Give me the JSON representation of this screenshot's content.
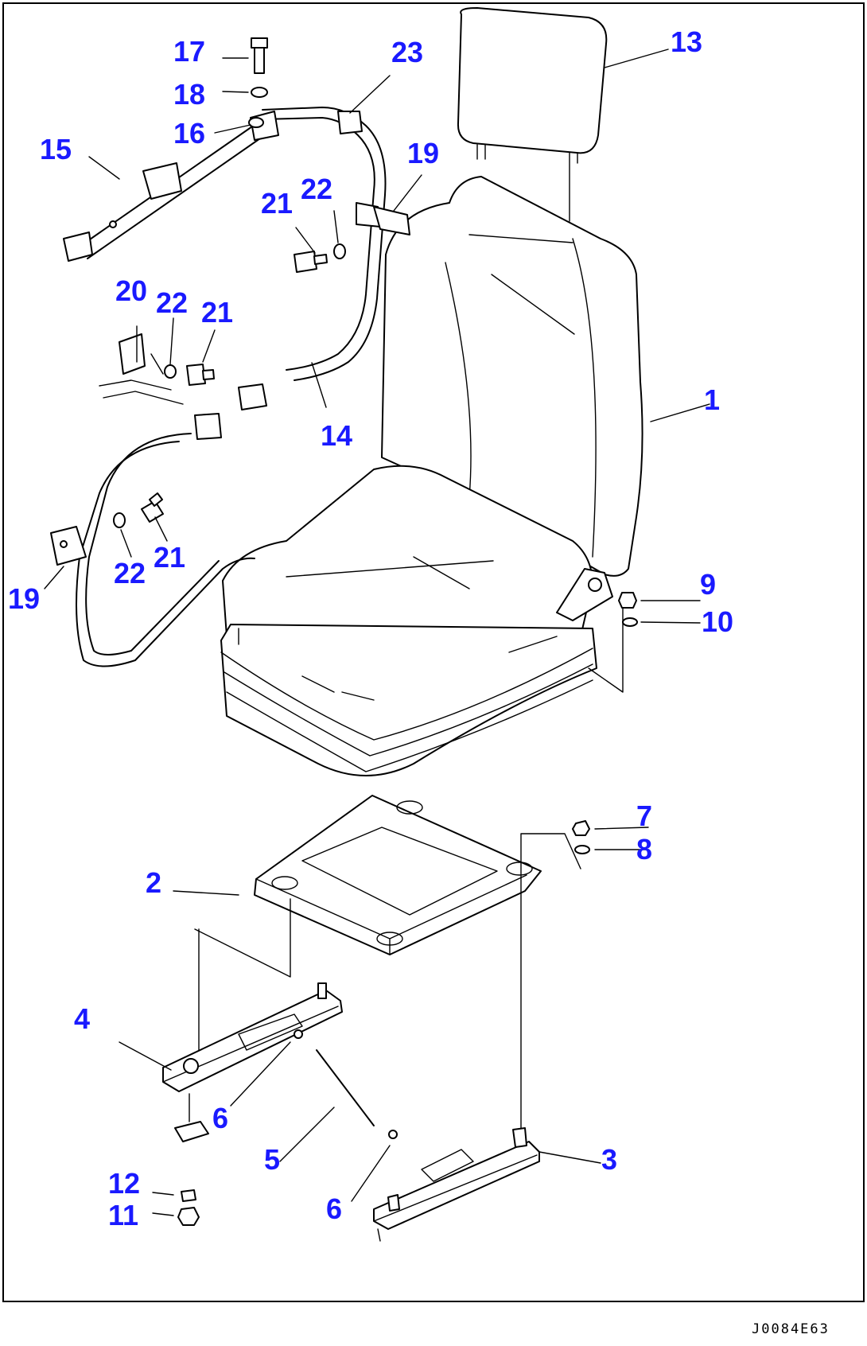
{
  "drawing_code": "J0084E63",
  "callouts": {
    "c1": "1",
    "c2": "2",
    "c3": "3",
    "c4": "4",
    "c5": "5",
    "c6a": "6",
    "c6b": "6",
    "c7": "7",
    "c8": "8",
    "c9": "9",
    "c10": "10",
    "c11": "11",
    "c12": "12",
    "c13": "13",
    "c14": "14",
    "c15": "15",
    "c16": "16",
    "c17": "17",
    "c18": "18",
    "c19a": "19",
    "c19b": "19",
    "c20": "20",
    "c21a": "21",
    "c21b": "21",
    "c21c": "21",
    "c22a": "22",
    "c22b": "22",
    "c22c": "22",
    "c23": "23"
  }
}
